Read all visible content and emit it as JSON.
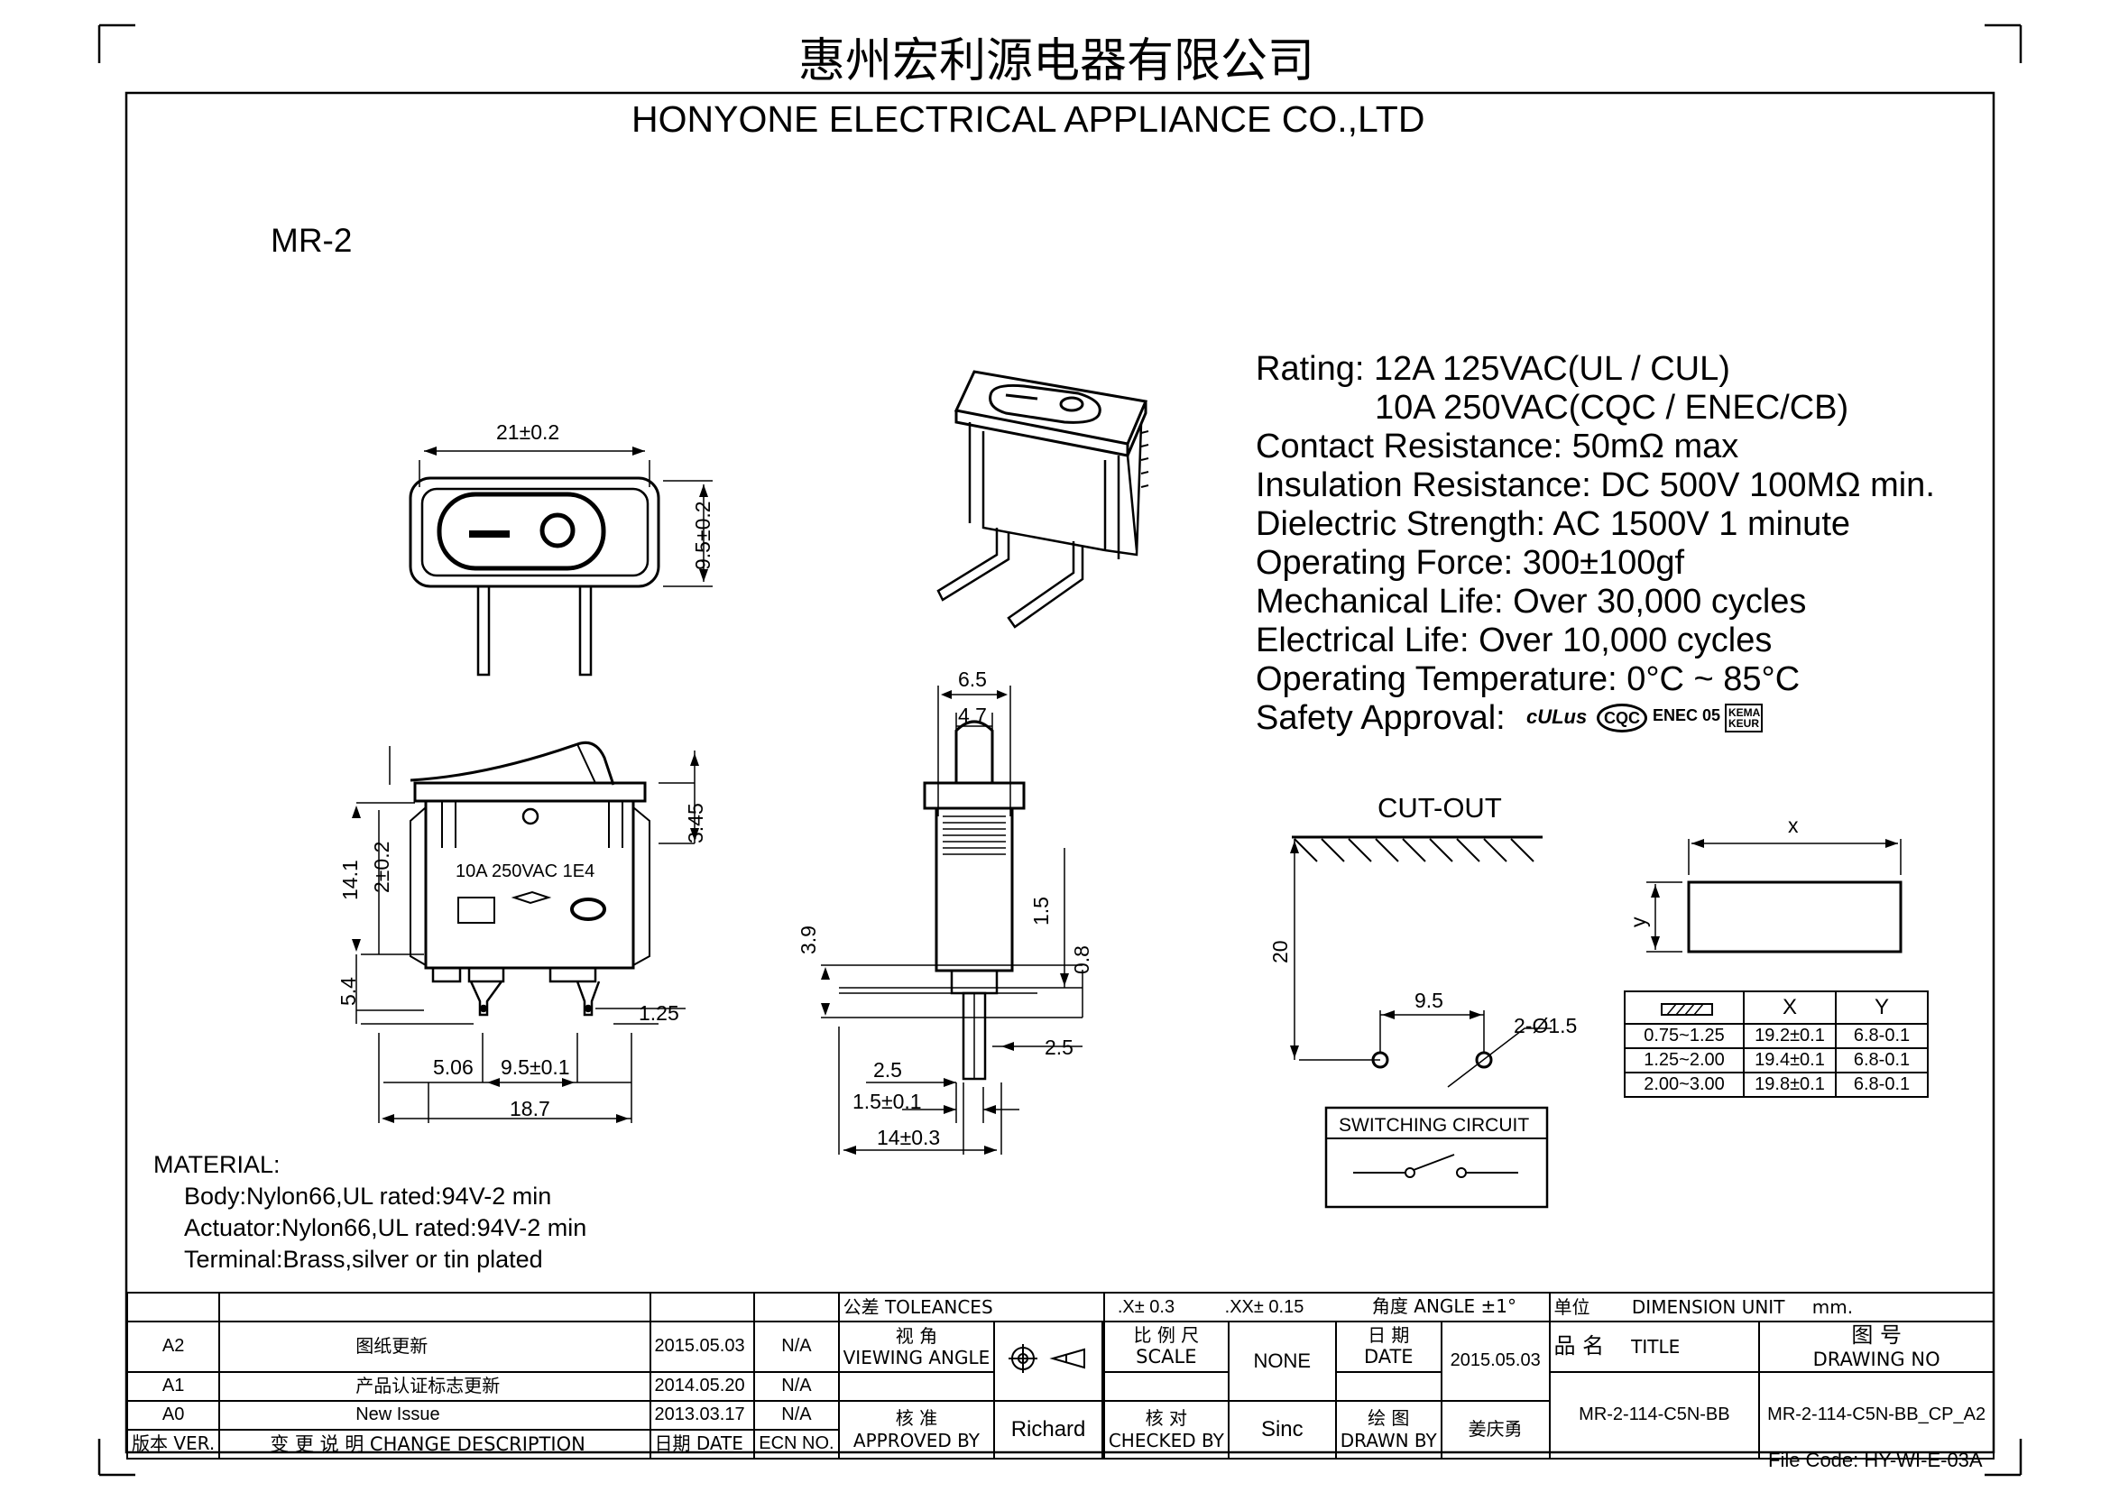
{
  "header": {
    "company_cn": "惠州宏利源电器有限公司",
    "company_en": "HONYONE  ELECTRICAL  APPLIANCE  CO.,LTD"
  },
  "model": "MR-2",
  "specs": {
    "rating_1": "Rating: 12A 125VAC(UL / CUL)",
    "rating_2": "10A  250VAC(CQC / ENEC/CB)",
    "contact_resistance": "Contact Resistance: 50mΩ max",
    "insulation_resistance": "Insulation Resistance: DC 500V 100MΩ min.",
    "dielectric_strength": "Dielectric Strength: AC 1500V 1 minute",
    "operating_force": "Operating Force: 300±100gf",
    "mechanical_life": "Mechanical Life: Over 30,000 cycles",
    "electrical_life": "Electrical Life: Over 10,000 cycles",
    "operating_temperature": "Operating Temperature: 0°C ~ 85°C",
    "safety_approval": "Safety Approval:",
    "approval_marks": [
      "cULus",
      "CQC",
      "ENEC 05",
      "KEMA KEUR"
    ]
  },
  "front_view": {
    "width": "21±0.2",
    "height": "9.5±0.2"
  },
  "side_view": {
    "label": "10A  250VAC  1E4",
    "dim_14_1": "14.1",
    "dim_2": "2±0.2",
    "dim_3_45": "3.45",
    "dim_5_4": "5.4",
    "dim_1_25": "1.25",
    "dim_5_06": "5.06",
    "dim_9_5": "9.5±0.1",
    "dim_18_7": "18.7"
  },
  "end_view": {
    "dim_6_5": "6.5",
    "dim_4_7": "4.7",
    "dim_1_5": "1.5",
    "dim_3_9": "3.9",
    "dim_0_8": "0.8",
    "dim_2_5a": "2.5",
    "dim_2_5b": "2.5",
    "dim_1_5_0_1": "1.5±0.1",
    "dim_14": "14±0.3"
  },
  "cutout": {
    "title": "CUT-OUT",
    "dim_20": "20",
    "dim_9_5": "9.5",
    "holes": "2-Ø1.5",
    "x": "x",
    "y": "y"
  },
  "cutout_table": {
    "headers": [
      "X",
      "Y"
    ],
    "rows": [
      [
        "0.75~1.25",
        "19.2±0.1",
        "6.8-0.1"
      ],
      [
        "1.25~2.00",
        "19.4±0.1",
        "6.8-0.1"
      ],
      [
        "2.00~3.00",
        "19.8±0.1",
        "6.8-0.1"
      ]
    ]
  },
  "switching_circuit": "SWITCHING CIRCUIT",
  "material": {
    "title": "MATERIAL:",
    "lines": [
      "Body:Nylon66,UL rated:94V-2 min",
      "Actuator:Nylon66,UL rated:94V-2 min",
      "Terminal:Brass,silver or tin plated"
    ]
  },
  "title_block": {
    "revisions": [
      {
        "ver": "A2",
        "desc": "图纸更新",
        "date": "2015.05.03",
        "ecn": "N/A"
      },
      {
        "ver": "A1",
        "desc": "产品认证标志更新",
        "date": "2014.05.20",
        "ecn": "N/A"
      },
      {
        "ver": "A0",
        "desc": "New Issue",
        "date": "2013.03.17",
        "ecn": "N/A"
      }
    ],
    "col_ver": "版本 VER.",
    "col_desc": "变 更 说 明  CHANGE DESCRIPTION",
    "col_date": "日期 DATE",
    "col_ecn": "ECN NO.",
    "tolerances": "公差 TOLEANCES",
    "tol_x": ".X± 0.3",
    "tol_xx": ".XX± 0.15",
    "tol_angle": "角度 ANGLE ±1°",
    "unit_cn": "单位",
    "unit_en": "DIMENSION UNIT",
    "unit_val": "mm.",
    "viewing_cn": "视 角",
    "viewing_en": "VIEWING ANGLE",
    "scale_cn": "比 例 尺",
    "scale_en": "SCALE",
    "scale_val": "NONE",
    "date_cn": "日 期",
    "date_en": "DATE",
    "date_val": "2015.05.03",
    "title_cn": "品  名",
    "title_en": "TITLE",
    "drawing_cn": "图  号",
    "drawing_en": "DRAWING NO",
    "approved_cn": "核  准",
    "approved_en": "APPROVED BY",
    "approved_val": "Richard",
    "checked_cn": "核  对",
    "checked_en": "CHECKED BY",
    "checked_val": "Sinc",
    "drawn_cn": "绘  图",
    "drawn_en": "DRAWN BY",
    "drawn_val": "姜庆勇",
    "title_val": "MR-2-114-C5N-BB",
    "drawing_val": "MR-2-114-C5N-BB_CP_A2"
  },
  "file_code": "File Code: HY-WI-E-03A"
}
